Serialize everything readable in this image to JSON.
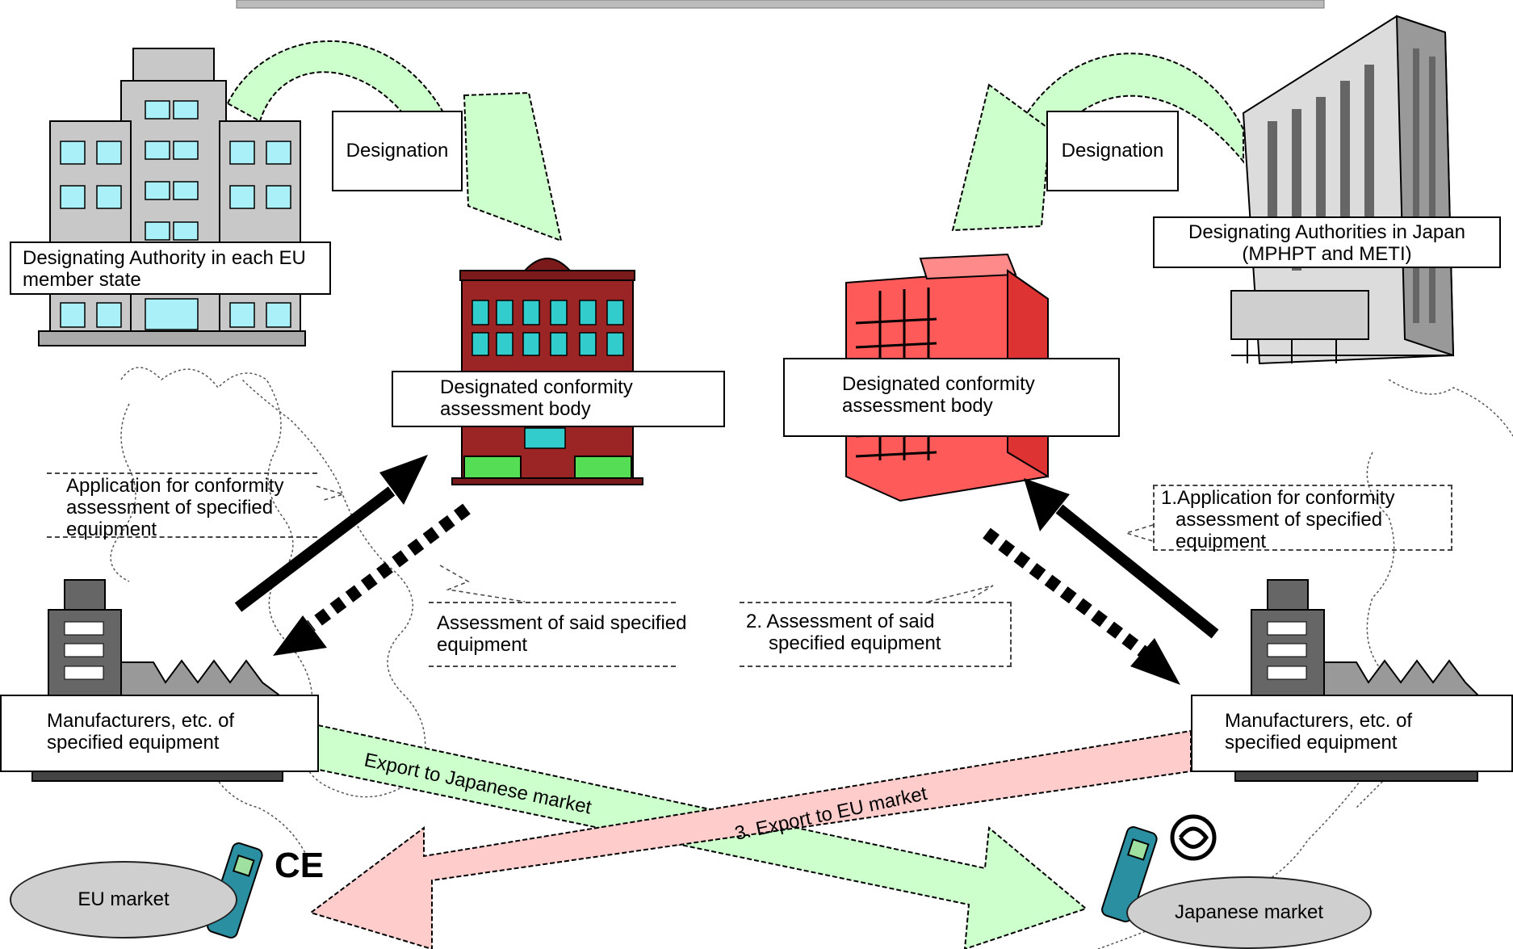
{
  "designation_left": "Designation",
  "designation_right": "Designation",
  "eu_authority": [
    "Designating Authority in each EU",
    "member state"
  ],
  "jp_authority": [
    "Designating Authorities in Japan",
    "(MPHPT and METI)"
  ],
  "eu_cab": [
    "Designated conformity",
    "assessment body"
  ],
  "jp_cab": [
    "Designated conformity",
    "assessment body"
  ],
  "eu_application": [
    "Application for conformity",
    "assessment of specified",
    "equipment"
  ],
  "jp_application": [
    "1.Application for conformity",
    "assessment of specified",
    "equipment"
  ],
  "eu_assessment": [
    "Assessment of said specified",
    "equipment"
  ],
  "jp_assessment": [
    "2. Assessment of said",
    "specified equipment"
  ],
  "eu_manufacturers": [
    "Manufacturers, etc. of",
    "specified equipment"
  ],
  "jp_manufacturers": [
    "Manufacturers, etc. of",
    "specified equipment"
  ],
  "export_japan": "Export to Japanese market",
  "export_eu": "3. Export to EU market",
  "eu_market": "EU market",
  "jp_market": "Japanese market",
  "ce_mark": "CE",
  "colors": {
    "green_arrow": "#ccffcc",
    "pink_arrow": "#ffcccc",
    "eu_cab_building": "#9b2525",
    "jp_cab_building": "#ff5a5a",
    "window_cyan": "#33cccc"
  }
}
